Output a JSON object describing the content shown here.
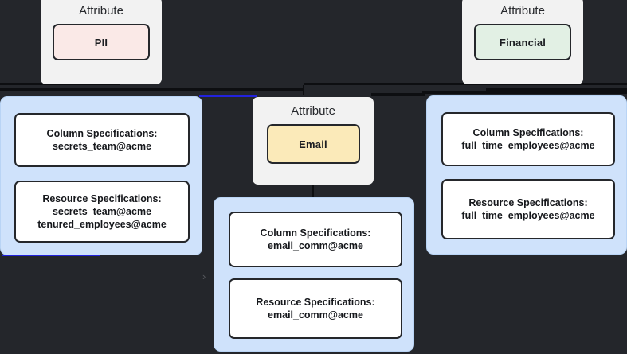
{
  "diagram": {
    "type": "attribute-lineage-graph",
    "background_color": "#24262b",
    "panel_color": "#cfe2fb",
    "card_color": "#f2f2f2",
    "edge_color_accent": "#2222dd"
  },
  "attributes": [
    {
      "header": "Attribute",
      "name": "PII",
      "chip_color": "#fae9e7",
      "specs": [
        {
          "title": "Column Specifications:",
          "values": [
            "secrets_team@acme"
          ]
        },
        {
          "title": "Resource Specifications:",
          "values": [
            "secrets_team@acme",
            "tenured_employees@acme"
          ]
        }
      ]
    },
    {
      "header": "Attribute",
      "name": "Email",
      "chip_color": "#fbeab9",
      "specs": [
        {
          "title": "Column Specifications:",
          "values": [
            "email_comm@acme"
          ]
        },
        {
          "title": "Resource Specifications:",
          "values": [
            "email_comm@acme"
          ]
        }
      ]
    },
    {
      "header": "Attribute",
      "name": "Financial",
      "chip_color": "#e2f0e4",
      "specs": [
        {
          "title": "Column Specifications:",
          "values": [
            "full_time_employees@acme"
          ]
        },
        {
          "title": "Resource Specifications:",
          "values": [
            "full_time_employees@acme"
          ]
        }
      ]
    }
  ],
  "markers": {
    "collapse_chevron": "›"
  }
}
